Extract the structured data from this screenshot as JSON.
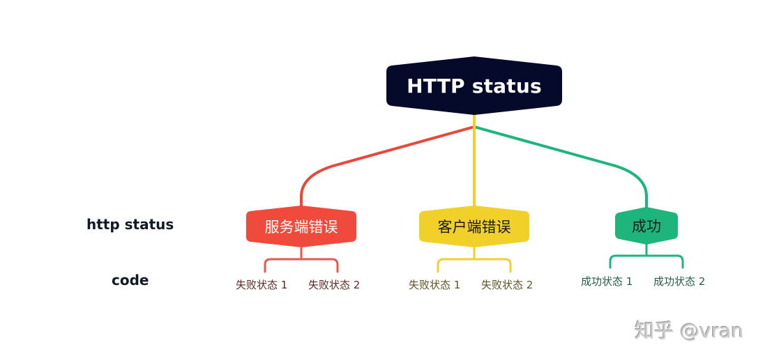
{
  "diagram": {
    "root": {
      "label": "HTTP status",
      "color": "#050a2a",
      "text_color": "#ffffff"
    },
    "row_labels": {
      "level1": "http status",
      "level2": "code"
    },
    "branches": [
      {
        "label": "服务端错误",
        "color": "#ef4a3c",
        "text_color": "#ffffff",
        "leaf_color": "#5a2a24",
        "leaves": [
          "失败状态 1",
          "失败状态 2"
        ]
      },
      {
        "label": "客户端错误",
        "color": "#f0d029",
        "text_color": "#1a1a1a",
        "leaf_color": "#5c5423",
        "leaves": [
          "失败状态 1",
          "失败状态 2"
        ]
      },
      {
        "label": "成功",
        "color": "#1db57c",
        "text_color": "#1a1a1a",
        "leaf_color": "#235c47",
        "leaves": [
          "成功状态 1",
          "成功状态 2"
        ]
      }
    ]
  },
  "watermark": "知乎 @vran"
}
